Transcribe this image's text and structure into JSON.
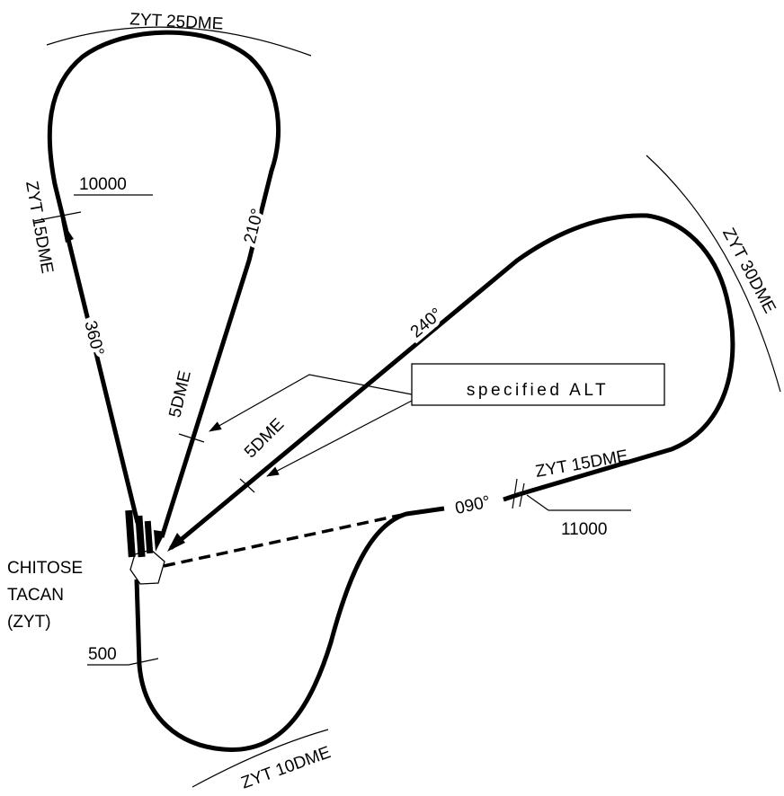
{
  "arcs": {
    "top": "ZYT 25DME",
    "right": "ZYT 30DME",
    "bottom": "ZYT 10DME"
  },
  "fixes": {
    "left_dme": "ZYT 15DME",
    "right_dme": "ZYT 15DME",
    "dme5_a": "5DME",
    "dme5_b": "5DME"
  },
  "courses": {
    "c360": "360°",
    "c210": "210°",
    "c240": "240°",
    "c090": "090°"
  },
  "altitudes": {
    "a10000": "10000",
    "a11000": "11000",
    "a500": "500"
  },
  "callout": "specified ALT",
  "station": {
    "line1": "CHITOSE",
    "line2": "TACAN",
    "line3": "(ZYT)"
  }
}
